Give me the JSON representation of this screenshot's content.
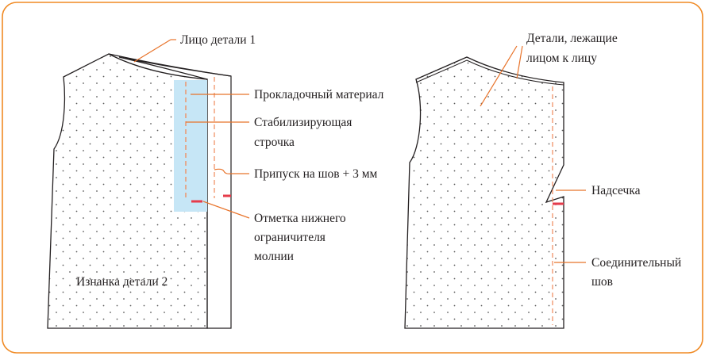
{
  "colors": {
    "frame": "#f08a24",
    "outline": "#231f20",
    "dots": "#5a5a5a",
    "leader": "#e8732a",
    "interfacing": "#c6e6f6",
    "stitch": "#f08a5a",
    "mark": "#e63b4a"
  },
  "labels": {
    "face1": "Лицо детали 1",
    "interfacing": "Прокладочный материал",
    "stabilizing": [
      "Стабилизирующая",
      "строчка"
    ],
    "allowance": "Припуск на шов + 3 мм",
    "zipper_mark": [
      "Отметка нижнего",
      "ограничителя",
      "молнии"
    ],
    "wrong_side2": "Изнанка детали 2",
    "right_sides": [
      "Детали, лежащие",
      "лицом к лицу"
    ],
    "notch": "Надсечка",
    "seam": [
      "Соединительный",
      "шов"
    ]
  }
}
